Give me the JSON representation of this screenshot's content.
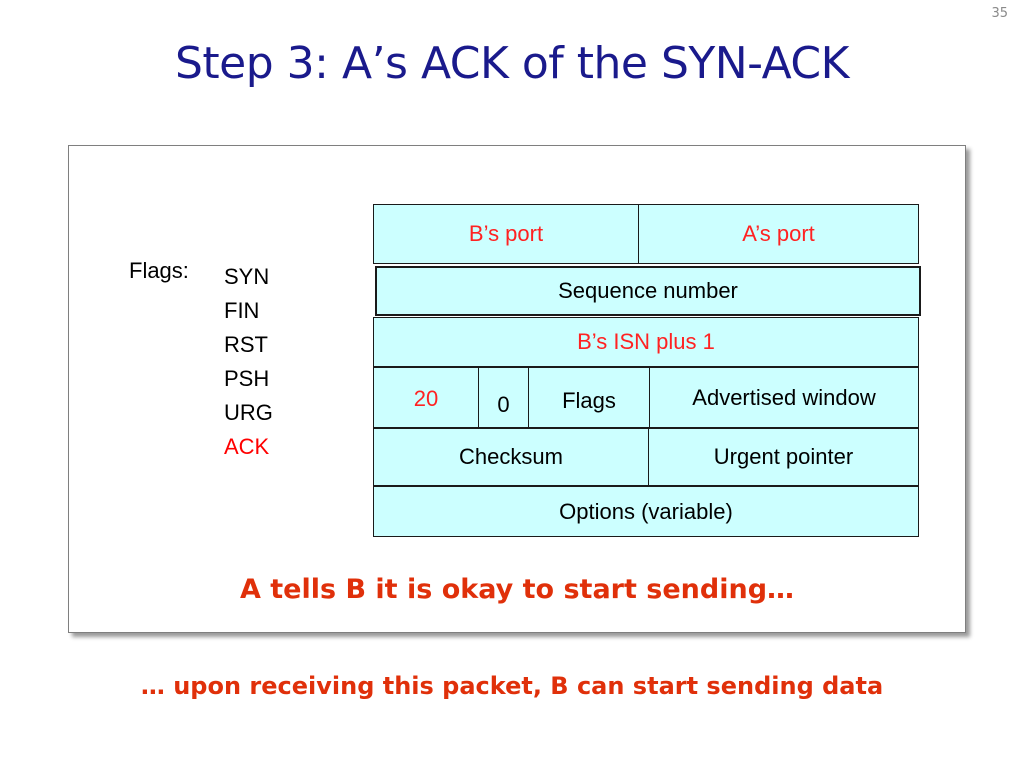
{
  "slide": {
    "number": "35",
    "title": "Step 3: A’s ACK of the SYN-ACK"
  },
  "flags": {
    "label": "Flags:",
    "items": [
      "SYN",
      "FIN",
      "RST",
      "PSH",
      "URG",
      "ACK"
    ],
    "highlighted": "ACK"
  },
  "tcp_header": {
    "source_port": "B’s port",
    "dest_port": "A’s port",
    "sequence_label": "Sequence number",
    "ack_value": "B’s ISN plus 1",
    "header_length": "20",
    "reserved": "0",
    "flags": "Flags",
    "advertised_window": "Advertised window",
    "checksum": "Checksum",
    "urgent_pointer": "Urgent pointer",
    "options": "Options (variable)"
  },
  "captions": {
    "inner": "A tells B it is okay to start sending…",
    "outer": "… upon receiving this packet, B can start sending data"
  },
  "colors": {
    "title": "#1a1a8c",
    "field_fill": "#ccffff",
    "highlight": "#ff0000",
    "caption": "#e0300a"
  }
}
